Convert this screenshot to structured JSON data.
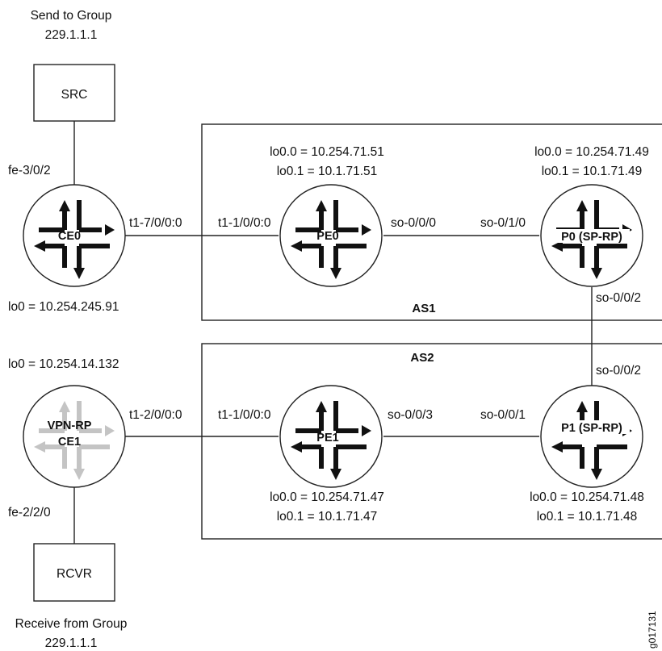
{
  "source": {
    "caption_top_1": "Send to Group",
    "caption_top_2": "229.1.1.1",
    "box_label": "SRC"
  },
  "receiver": {
    "caption_bottom_1": "Receive from Group",
    "caption_bottom_2": "229.1.1.1",
    "box_label": "RCVR"
  },
  "routers": {
    "ce0": {
      "name": "CE0",
      "lo": "lo0 = 10.254.245.91"
    },
    "ce1": {
      "name_1": "VPN-RP",
      "name_2": "CE1",
      "lo": "lo0 = 10.254.14.132"
    },
    "pe0": {
      "name": "PE0",
      "lo0": "lo0.0 = 10.254.71.51",
      "lo1": "lo0.1 = 10.1.71.51"
    },
    "p0": {
      "name": "P0 (SP-RP)",
      "lo0": "lo0.0 = 10.254.71.49",
      "lo1": "lo0.1 = 10.1.71.49"
    },
    "pe1": {
      "name": "PE1",
      "lo0": "lo0.0 = 10.254.71.47",
      "lo1": "lo0.1 = 10.1.71.47"
    },
    "p1": {
      "name": "P1 (SP-RP)",
      "lo0": "lo0.0 = 10.254.71.48",
      "lo1": "lo0.1 = 10.1.71.48"
    }
  },
  "interfaces": {
    "ce0_src": "fe-3/0/2",
    "ce0_pe0": "t1-7/0/0:0",
    "pe0_ce0": "t1-1/0/0:0",
    "pe0_p0": "so-0/0/0",
    "p0_pe0": "so-0/1/0",
    "p0_p1": "so-0/0/2",
    "p1_p0": "so-0/0/2",
    "ce1_rcvr": "fe-2/2/0",
    "ce1_pe1": "t1-2/0/0:0",
    "pe1_ce1": "t1-1/0/0:0",
    "pe1_p1": "so-0/0/3",
    "p1_pe1": "so-0/0/1"
  },
  "areas": {
    "as1": "AS1",
    "as2": "AS2"
  },
  "figure_id": "g017131"
}
